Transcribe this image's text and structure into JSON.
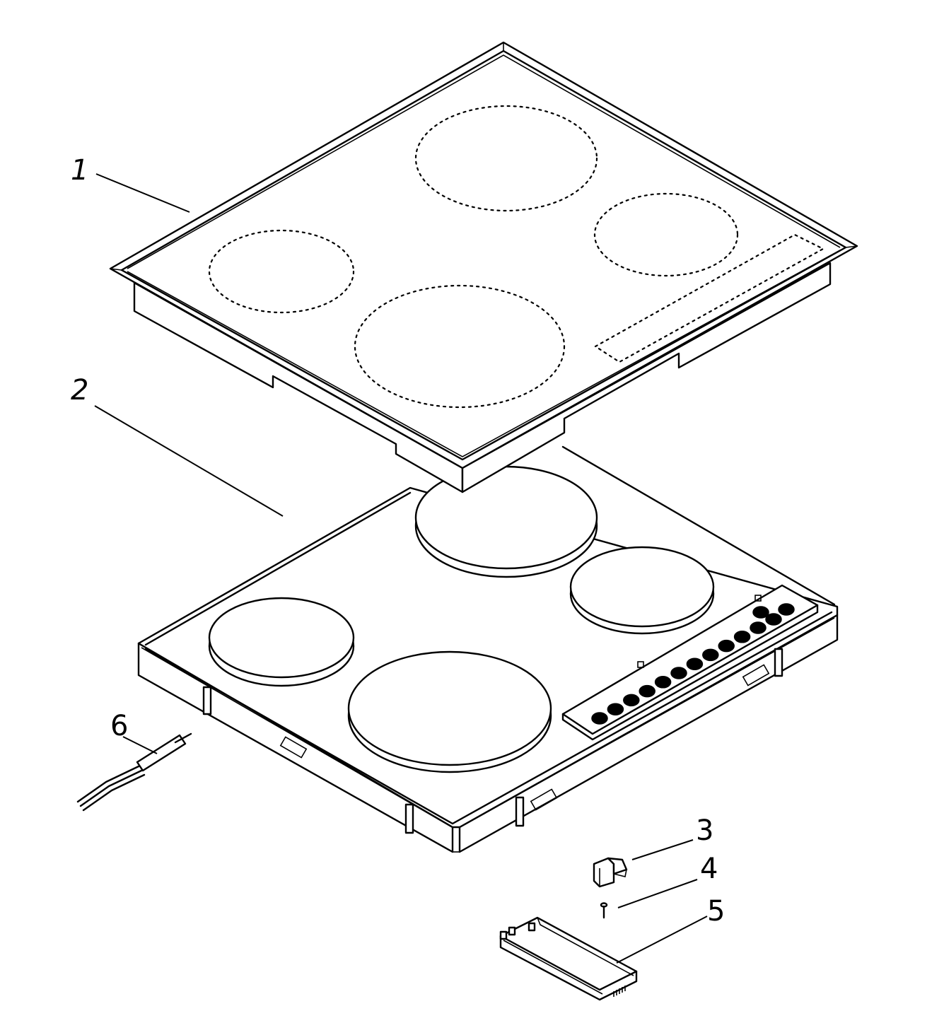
{
  "diagram": {
    "callouts": [
      {
        "id": "1",
        "label": "1"
      },
      {
        "id": "2",
        "label": "2"
      },
      {
        "id": "3",
        "label": "3"
      },
      {
        "id": "4",
        "label": "4"
      },
      {
        "id": "5",
        "label": "5"
      },
      {
        "id": "6",
        "label": "6"
      }
    ],
    "parts": [
      {
        "callout": "1",
        "name": "glass-ceramic-top"
      },
      {
        "callout": "2",
        "name": "hob-base-with-heating-elements"
      },
      {
        "callout": "3",
        "name": "mounting-clamp"
      },
      {
        "callout": "4",
        "name": "screw"
      },
      {
        "callout": "5",
        "name": "terminal-cover"
      },
      {
        "callout": "6",
        "name": "power-cable"
      }
    ],
    "control_knob_count": 14,
    "colors": {
      "line": "#000000",
      "background": "#ffffff"
    }
  }
}
